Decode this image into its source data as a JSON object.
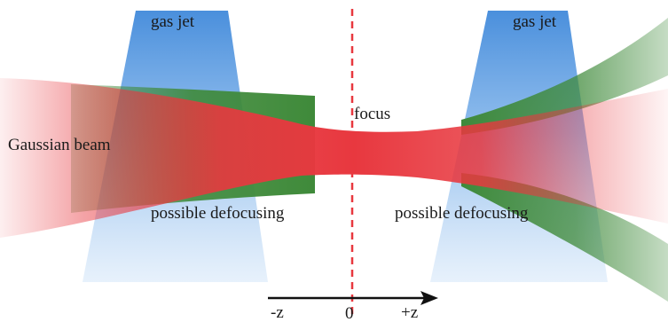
{
  "labels": {
    "gas_jet_left": "gas jet",
    "gas_jet_right": "gas jet",
    "focus": "focus",
    "gaussian_beam": "Gaussian beam",
    "defocus_left": "possible defocusing",
    "defocus_right": "possible defocusing",
    "axis_minus": "-z",
    "axis_zero": "0",
    "axis_plus": "+z"
  },
  "colors": {
    "gas_jet": "#5b9be0",
    "beam": "#e8383f",
    "defocus": "#3f8a3a",
    "focus_line": "#e8383f",
    "axis": "#111111"
  }
}
